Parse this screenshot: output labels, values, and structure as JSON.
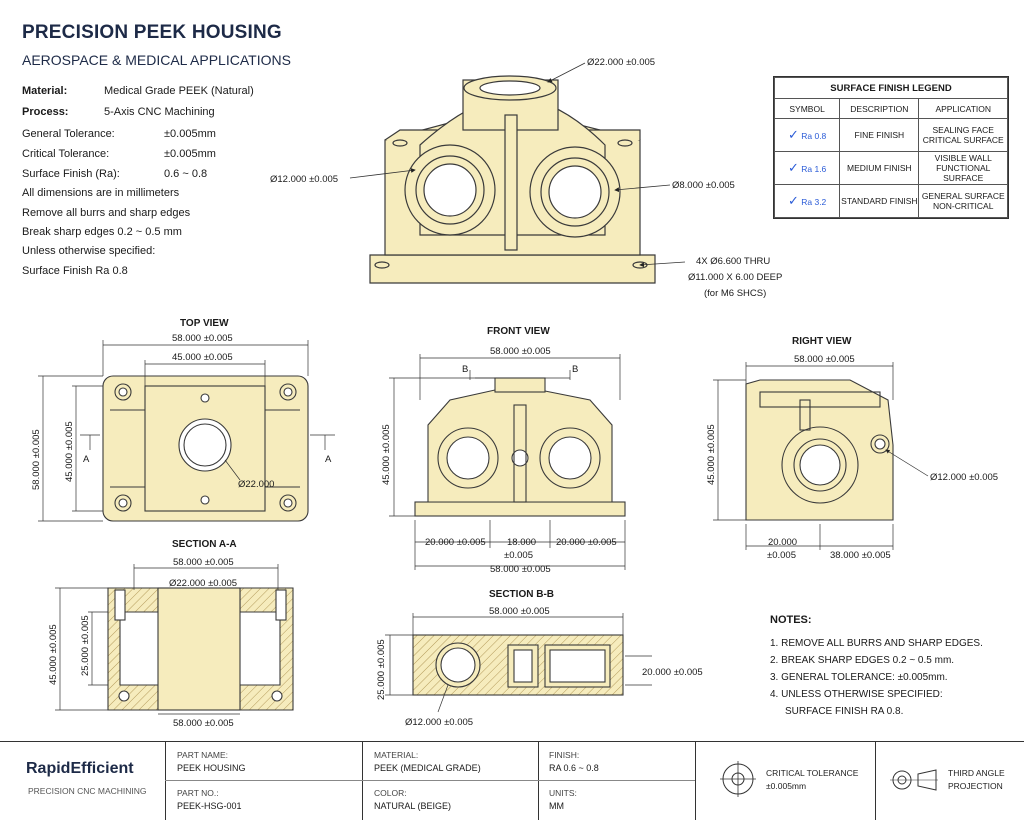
{
  "header": {
    "title": "PRECISION PEEK HOUSING",
    "subtitle": "AEROSPACE & MEDICAL APPLICATIONS"
  },
  "specs": {
    "material_label": "Material:",
    "material_value": "Medical Grade PEEK (Natural)",
    "process_label": "Process:",
    "process_value": "5-Axis CNC Machining",
    "gen_tol_label": "General Tolerance:",
    "gen_tol_value": "±0.005mm",
    "crit_tol_label": "Critical Tolerance:",
    "crit_tol_value": "±0.005mm",
    "finish_label": "Surface Finish (Ra):",
    "finish_value": "0.6 ~ 0.8",
    "line1": "All dimensions are in millimeters",
    "line2": "Remove all burrs and sharp edges",
    "line3": "Break sharp edges 0.2 ~ 0.5 mm",
    "line4": "Unless otherwise specified:",
    "line5": "Surface Finish Ra 0.8"
  },
  "legend": {
    "title": "SURFACE FINISH LEGEND",
    "col_symbol": "SYMBOL",
    "col_description": "DESCRIPTION",
    "col_application": "APPLICATION",
    "rows": [
      {
        "ra": "Ra 0.8",
        "description": "FINE FINISH",
        "app1": "SEALING FACE",
        "app2": "CRITICAL SURFACE"
      },
      {
        "ra": "Ra 1.6",
        "description": "MEDIUM FINISH",
        "app1": "VISIBLE WALL",
        "app2": "FUNCTIONAL SURFACE"
      },
      {
        "ra": "Ra 3.2",
        "description": "STANDARD FINISH",
        "app1": "GENERAL SURFACE",
        "app2": "NON-CRITICAL"
      }
    ]
  },
  "iso_callouts": {
    "top_dia": "Ø22.000 ±0.005",
    "left_dia": "Ø12.000 ±0.005",
    "right_dia": "Ø8.000 ±0.005",
    "holes_1": "4X Ø6.600 THRU",
    "holes_2": "Ø11.000 X 6.00 DEEP",
    "holes_3": "(for M6 SHCS)"
  },
  "top_view": {
    "label": "TOP VIEW",
    "w_outer": "58.000 ±0.005",
    "w_inner": "45.000 ±0.005",
    "h_outer": "58.000 ±0.005",
    "h_inner": "45.000 ±0.005",
    "hole": "Ø22.000",
    "section_mark": "A"
  },
  "front_view": {
    "label": "FRONT VIEW",
    "width": "58.000 ±0.005",
    "height": "45.000 ±0.005",
    "section_mark": "B",
    "d_left": "20.000 ±0.005",
    "d_mid_1": "18.000",
    "d_mid_2": "±0.005",
    "d_right": "20.000 ±0.005",
    "total": "58.000 ±0.005"
  },
  "right_view": {
    "label": "RIGHT VIEW",
    "width": "58.000 ±0.005",
    "height": "45.000 ±0.005",
    "dia": "Ø12.000 ±0.005",
    "d_left_1": "20.000",
    "d_left_2": "±0.005",
    "d_right": "38.000 ±0.005"
  },
  "section_aa": {
    "label": "SECTION A-A",
    "width": "58.000 ±0.005",
    "dia": "Ø22.000 ±0.005",
    "h_outer": "45.000 ±0.005",
    "h_inner": "25.000 ±0.005",
    "bottom": "58.000 ±0.005"
  },
  "section_bb": {
    "label": "SECTION B-B",
    "width": "58.000 ±0.005",
    "height": "25.000 ±0.005",
    "right": "20.000 ±0.005",
    "dia": "Ø12.000 ±0.005"
  },
  "notes": {
    "heading": "NOTES:",
    "n1": "1.  REMOVE ALL BURRS AND SHARP EDGES.",
    "n2": "2.  BREAK SHARP EDGES 0.2 ~ 0.5 mm.",
    "n3": "3.  GENERAL TOLERANCE: ±0.005mm.",
    "n4": "4.  UNLESS OTHERWISE SPECIFIED:",
    "n4b": "SURFACE FINISH RA 0.8."
  },
  "title_block": {
    "brand": "RapidEfficient",
    "brand_sub": "PRECISION CNC MACHINING",
    "part_name_label": "PART NAME:",
    "part_name": "PEEK HOUSING",
    "part_no_label": "PART NO.:",
    "part_no": "PEEK-HSG-001",
    "material_label": "MATERIAL:",
    "material": "PEEK (MEDICAL GRADE)",
    "color_label": "COLOR:",
    "color": "NATURAL (BEIGE)",
    "finish_label": "FINISH:",
    "finish": "RA 0.6 ~ 0.8",
    "units_label": "UNITS:",
    "units": "MM",
    "crit_tol_1": "CRITICAL TOLERANCE",
    "crit_tol_2": "±0.005mm",
    "projection_1": "THIRD ANGLE",
    "projection_2": "PROJECTION"
  },
  "colors": {
    "part_fill": "#f6ecbd",
    "part_stroke": "#3a3a3a",
    "title_color": "#1d2a47",
    "accent_blue": "#2a5bd7"
  }
}
